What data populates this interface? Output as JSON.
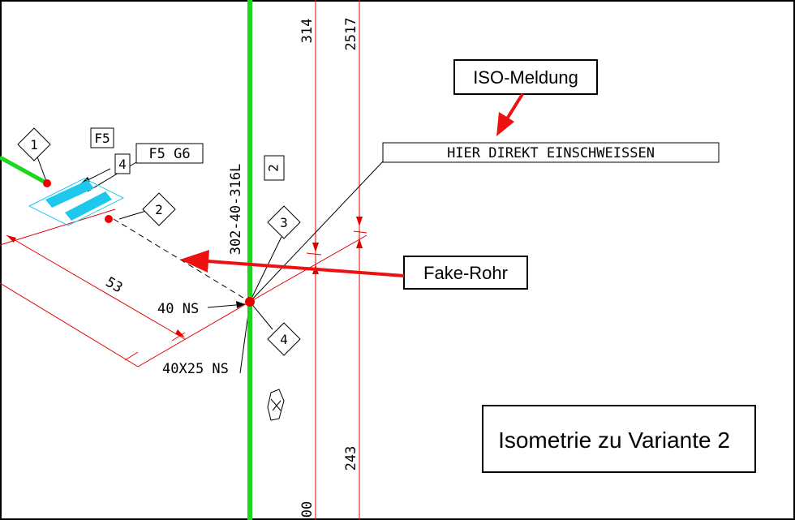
{
  "callouts": {
    "iso_meldung": "ISO-Meldung",
    "fake_rohr": "Fake-Rohr",
    "title": "Isometrie zu Variante 2"
  },
  "drawing": {
    "weld_note": "HIER DIREKT EINSCHWEISSEN",
    "line_number": "302-40-316L",
    "dimensions": {
      "dim_314": "314",
      "dim_2517": "2517",
      "dim_243": "243",
      "dim_53": "53",
      "dim_00": "00"
    },
    "size_labels": {
      "ns_40": "40 NS",
      "ns_40x25": "40X25 NS"
    },
    "tags": {
      "fitting_f5": "F5",
      "flange_f5_g6": "F5 G6",
      "item_4_top": "4",
      "item_2_box": "2"
    },
    "diamond_marks": [
      "1",
      "2",
      "3",
      "4"
    ]
  },
  "colors": {
    "pipe_green": "#1fd61f",
    "dimension_red": "#e00000",
    "arrow_red": "#ee1111",
    "fitting_cyan": "#1ec8ec",
    "node_red": "#ee0000"
  }
}
